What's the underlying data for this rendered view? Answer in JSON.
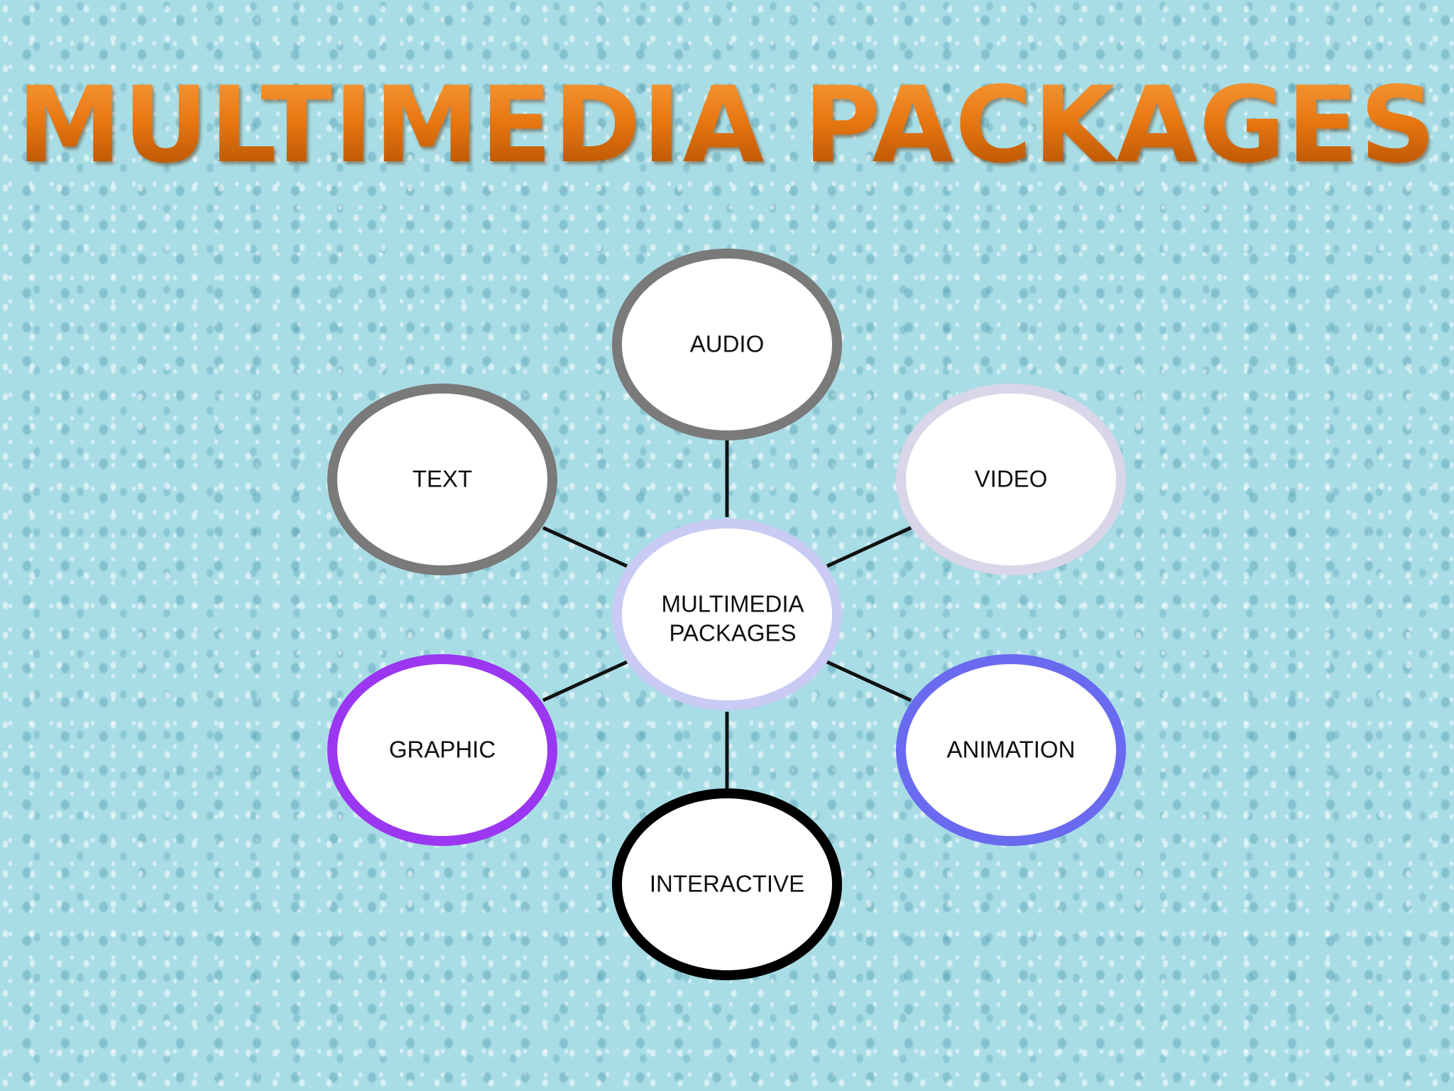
{
  "title": "MULTIMEDIA PACKAGES",
  "center": {
    "line1": "MULTIMEDIA",
    "line2": "PACKAGES",
    "border_color": "#c9cbf5"
  },
  "nodes": [
    {
      "id": "audio",
      "label": "AUDIO",
      "border_color": "#7a7a7a"
    },
    {
      "id": "text",
      "label": "TEXT",
      "border_color": "#7a7a7a"
    },
    {
      "id": "video",
      "label": "VIDEO",
      "border_color": "#d8d6e8"
    },
    {
      "id": "graphic",
      "label": "GRAPHIC",
      "border_color": "#9b37f0"
    },
    {
      "id": "animation",
      "label": "ANIMATION",
      "border_color": "#6a6af0"
    },
    {
      "id": "interactive",
      "label": "INTERACTIVE",
      "border_color": "#000000"
    }
  ],
  "colors": {
    "title": "#e87812",
    "connector": "#111111",
    "node_fill": "#ffffff"
  }
}
